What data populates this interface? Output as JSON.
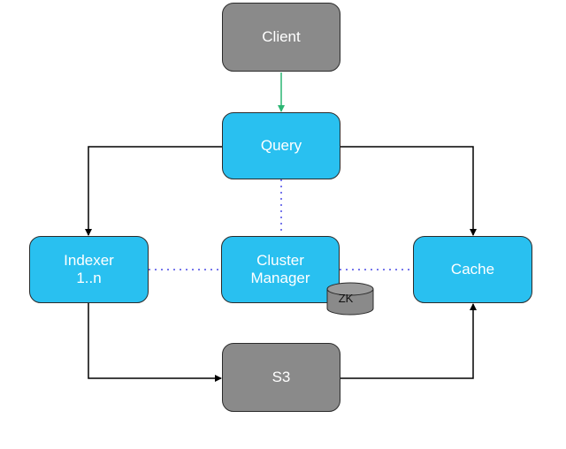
{
  "diagram": {
    "nodes": {
      "client": {
        "label": "Client"
      },
      "query": {
        "label": "Query"
      },
      "indexer": {
        "line1": "Indexer",
        "line2": "1..n"
      },
      "cluster_manager": {
        "line1": "Cluster",
        "line2": "Manager"
      },
      "cache": {
        "label": "Cache"
      },
      "s3": {
        "label": "S3"
      },
      "zk": {
        "label": "ZK"
      }
    },
    "edges": [
      {
        "from": "client",
        "to": "query",
        "style": "solid-arrow",
        "color": "#2bb673"
      },
      {
        "from": "query",
        "to": "indexer",
        "style": "solid-arrow",
        "color": "#000000"
      },
      {
        "from": "query",
        "to": "cache",
        "style": "solid-arrow",
        "color": "#000000"
      },
      {
        "from": "indexer",
        "to": "s3",
        "style": "solid-arrow",
        "color": "#000000"
      },
      {
        "from": "s3",
        "to": "cache",
        "style": "solid-arrow",
        "color": "#000000"
      },
      {
        "from": "query",
        "to": "cluster_manager",
        "style": "dotted",
        "color": "#4a4ae6"
      },
      {
        "from": "indexer",
        "to": "cluster_manager",
        "style": "dotted",
        "color": "#4a4ae6"
      },
      {
        "from": "cluster_manager",
        "to": "cache",
        "style": "dotted",
        "color": "#4a4ae6"
      }
    ],
    "colors": {
      "service_blue": "#29c0f0",
      "external_gray": "#8a8a8a",
      "database_gray": "#8a8a8a"
    }
  }
}
